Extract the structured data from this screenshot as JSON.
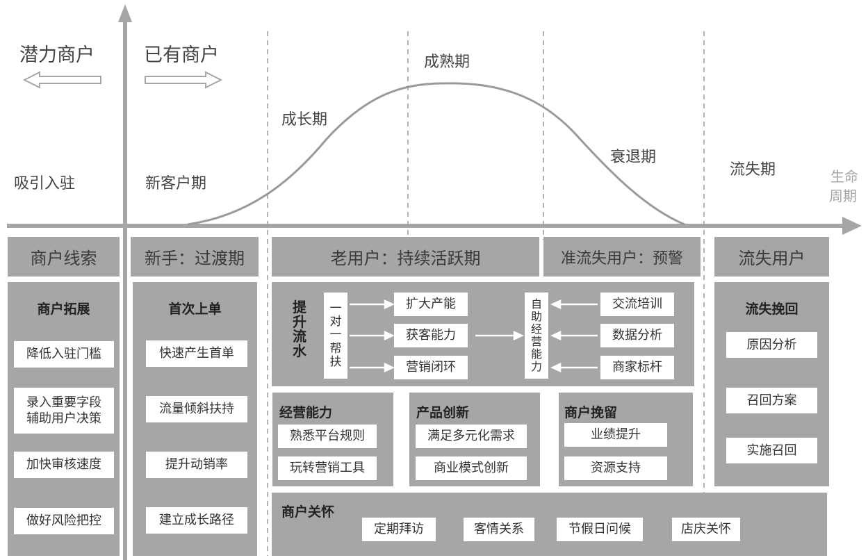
{
  "header": {
    "potential": "潜力商户",
    "existing": "已有商户",
    "attract": "吸引入驻",
    "new_customer_period": "新客户期",
    "growth": "成长期",
    "mature": "成熟期",
    "decline": "衰退期",
    "churn_period": "流失期",
    "axis_label_line1": "生命",
    "axis_label_line2": "周期"
  },
  "stages": [
    "商户线索",
    "新手：过渡期",
    "老用户：持续活跃期",
    "准流失用户：预警",
    "流失用户"
  ],
  "leads": {
    "title": "商户拓展",
    "items": [
      "降低入驻门槛",
      "录入重要字段\n辅助用户决策",
      "加快审核速度",
      "做好风险把控"
    ]
  },
  "newbie": {
    "title": "首次上单",
    "items": [
      "快速产生首单",
      "流量倾斜扶持",
      "提升动销率",
      "建立成长路径"
    ]
  },
  "traffic": {
    "title_chars": [
      "提",
      "升",
      "流",
      "水"
    ],
    "one_on_one_chars": [
      "一",
      "对",
      "一",
      "帮",
      "扶"
    ],
    "items": [
      "扩大产能",
      "获客能力",
      "营销闭环"
    ],
    "self_service_chars": [
      "自",
      "助",
      "经",
      "营",
      "能",
      "力"
    ],
    "right_items": [
      "交流培训",
      "数据分析",
      "商家标杆"
    ]
  },
  "operation": {
    "title": "经营能力",
    "items": [
      "熟悉平台规则",
      "玩转营销工具"
    ]
  },
  "innovation": {
    "title": "产品创新",
    "items": [
      "满足多元化需求",
      "商业模式创新"
    ]
  },
  "retention": {
    "title": "商户挽留",
    "items": [
      "业绩提升",
      "资源支持"
    ]
  },
  "care": {
    "title": "商户关怀",
    "items": [
      "定期拜访",
      "客情关系",
      "节假日问候",
      "店庆关怀"
    ]
  },
  "churn": {
    "title": "流失挽回",
    "items": [
      "原因分析",
      "召回方案",
      "实施召回"
    ]
  },
  "colors": {
    "panel": "#a6a6a6",
    "axis": "#a6a6a6",
    "curve": "#9a9a9a",
    "text": "#333333"
  }
}
